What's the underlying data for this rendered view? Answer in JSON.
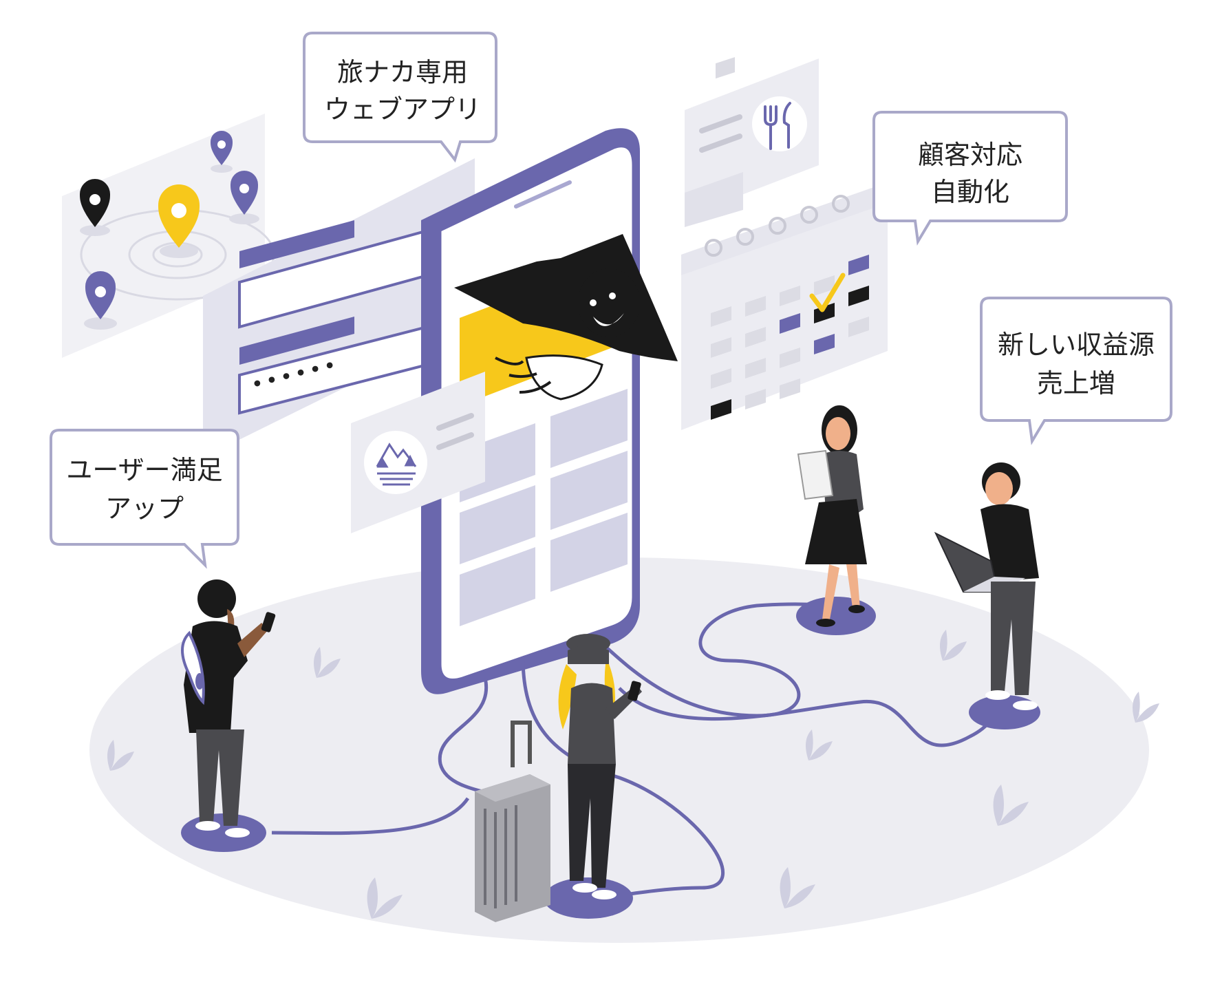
{
  "bubbles": {
    "web_app": {
      "line1": "旅ナカ専用",
      "line2": "ウェブアプリ"
    },
    "customer": {
      "line1": "顧客対応",
      "line2": "自動化"
    },
    "revenue": {
      "line1": "新しい収益源",
      "line2": "売上増"
    },
    "satisfaction": {
      "line1": "ユーザー満足",
      "line2": "アップ"
    }
  },
  "login_form": {
    "password_mask": "••••••"
  },
  "colors": {
    "accent": "#6a67ad",
    "accent_light": "#cfcfe3",
    "yellow": "#f7c81b",
    "dark": "#1a1a1a",
    "ground": "#ededf2",
    "panel": "#e9e9f0",
    "bubble_border": "#a9a8c9"
  },
  "icons": [
    "map-pin-icon",
    "cutlery-icon",
    "mountain-forest-icon",
    "calendar-icon",
    "checkmark-icon"
  ]
}
